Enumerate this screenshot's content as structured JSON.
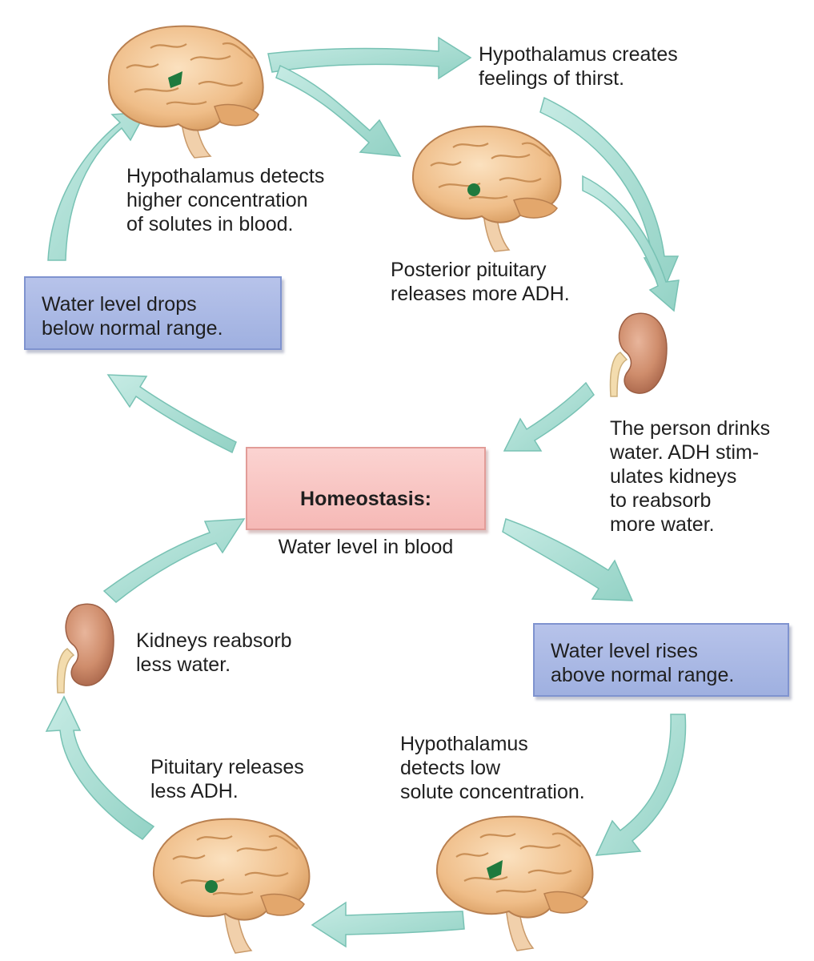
{
  "center": {
    "title": "Homeostasis:",
    "subtitle": "Water level in blood"
  },
  "boxes": {
    "drops": "Water level drops\nbelow normal range.",
    "rises": "Water level rises\nabove normal range."
  },
  "labels": {
    "detects_high": "Hypothalamus detects\nhigher concentration\nof solutes in blood.",
    "thirst": "Hypothalamus creates\nfeelings of thirst.",
    "posterior_pituitary": "Posterior pituitary\nreleases more ADH.",
    "drinks": "The person drinks\nwater. ADH stim-\nulates kidneys\nto reabsorb\nmore water.",
    "detects_low": "Hypothalamus\ndetects low\nsolute concentration.",
    "pituitary_less": "Pituitary releases\nless ADH.",
    "kidneys_less": "Kidneys reabsorb\nless water."
  },
  "colors": {
    "arrow": "#a8dcd2",
    "arrow_edge": "#6fbcad",
    "brain": "#eebc86",
    "brain_fold": "#c98f56",
    "kidney": "#c98563",
    "hypothalamus_spot": "#1f7a3e"
  }
}
